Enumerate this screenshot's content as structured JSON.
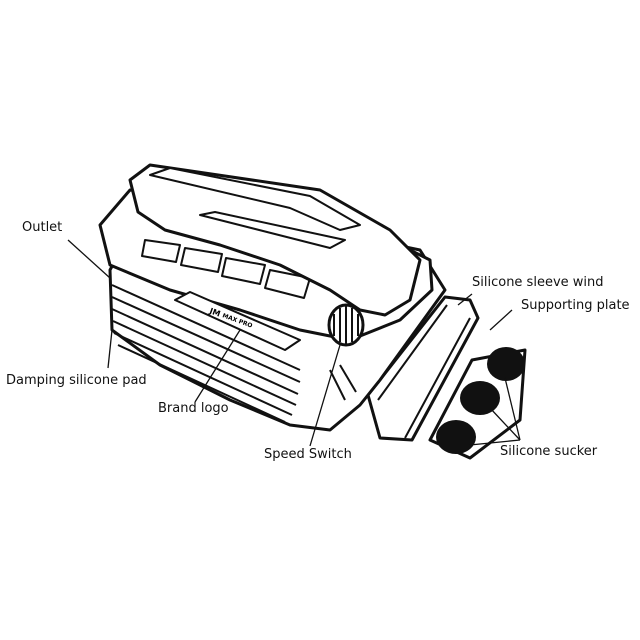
{
  "labels": {
    "outlet": "Outlet",
    "damping_pad": "Damping silicone pad",
    "brand_logo": "Brand logo",
    "speed_switch": "Speed Switch",
    "sleeve_wind": "Silicone sleeve wind",
    "supporting_plate": "Supporting plate",
    "sucker": "Silicone sucker"
  },
  "logo": {
    "mark": "JM",
    "sub": "MAX PRO"
  },
  "colors": {
    "ink": "#111111",
    "background": "#ffffff"
  }
}
